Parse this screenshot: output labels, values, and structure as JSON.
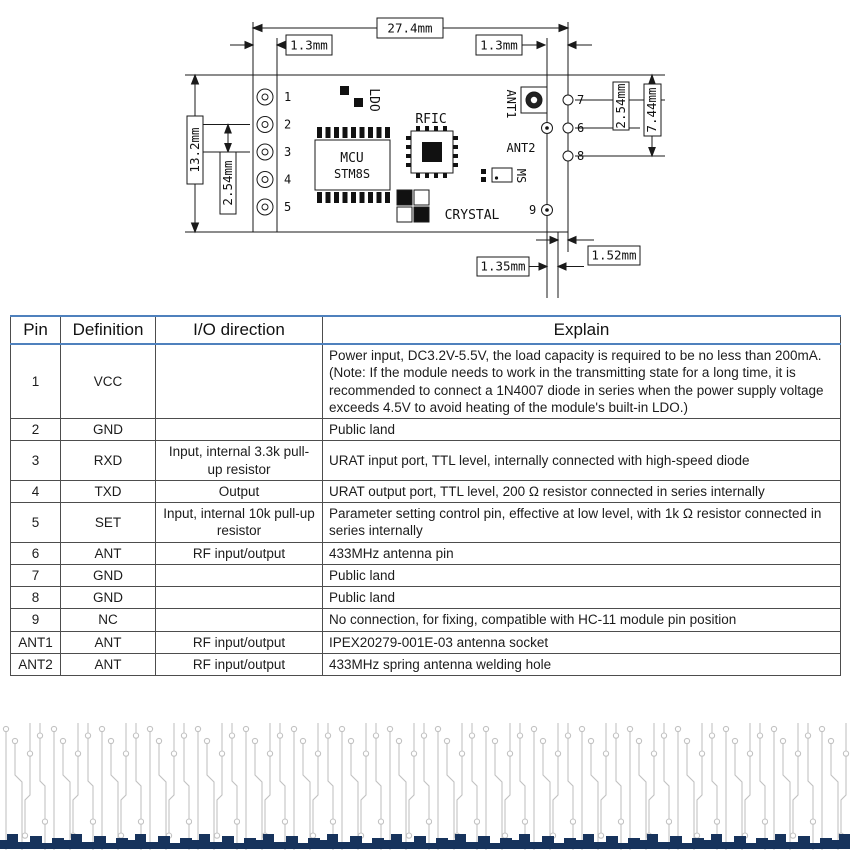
{
  "diagram": {
    "dimensions": {
      "total_width": "27.4mm",
      "pad_left": "1.3mm",
      "pad_right": "1.3mm",
      "total_height": "13.2mm",
      "pitch_left": "2.54mm",
      "pitch_right": "2.54mm",
      "right_span": "7.44mm",
      "hole_x": "1.35mm",
      "hole_y": "1.52mm"
    },
    "labels": {
      "ldo": "LDO",
      "rfic": "RFIC",
      "mcu": "MCU",
      "mcu_part": "STM8S",
      "crystal": "CRYSTAL",
      "ms": "MS",
      "ant1": "ANT1",
      "ant2": "ANT2"
    },
    "pins_left": [
      "1",
      "2",
      "3",
      "4",
      "5"
    ],
    "pins_right": [
      "7",
      "6",
      "8"
    ],
    "pin_nc": "9"
  },
  "table": {
    "headers": [
      "Pin",
      "Definition",
      "I/O direction",
      "Explain"
    ],
    "rows": [
      {
        "pin": "1",
        "definition": "VCC",
        "io": "",
        "explain": "Power input, DC3.2V-5.5V, the load capacity is required to be no less than 200mA.(Note: If the module needs to work in the transmitting state for a long time, it is recommended to connect a 1N4007 diode in series when the power supply voltage exceeds 4.5V to avoid heating of the module's built-in LDO.)"
      },
      {
        "pin": "2",
        "definition": "GND",
        "io": "",
        "explain": "Public land"
      },
      {
        "pin": "3",
        "definition": "RXD",
        "io": "Input, internal 3.3k pull-up resistor",
        "explain": "URAT input port, TTL level, internally connected with high-speed diode"
      },
      {
        "pin": "4",
        "definition": "TXD",
        "io": "Output",
        "explain": "URAT output port, TTL level, 200 Ω resistor connected in series internally"
      },
      {
        "pin": "5",
        "definition": "SET",
        "io": "Input, internal 10k pull-up resistor",
        "explain": "Parameter setting control pin, effective at low level, with 1k Ω resistor connected in series internally"
      },
      {
        "pin": "6",
        "definition": "ANT",
        "io": "RF input/output",
        "explain": "433MHz antenna pin"
      },
      {
        "pin": "7",
        "definition": "GND",
        "io": "",
        "explain": "Public land"
      },
      {
        "pin": "8",
        "definition": "GND",
        "io": "",
        "explain": "Public land"
      },
      {
        "pin": "9",
        "definition": "NC",
        "io": "",
        "explain": "No connection, for fixing, compatible with HC-11 module pin position"
      },
      {
        "pin": "ANT1",
        "definition": "ANT",
        "io": "RF input/output",
        "explain": "IPEX20279-001E-03 antenna socket"
      },
      {
        "pin": "ANT2",
        "definition": "ANT",
        "io": "RF input/output",
        "explain": "433MHz spring antenna welding hole"
      }
    ]
  }
}
